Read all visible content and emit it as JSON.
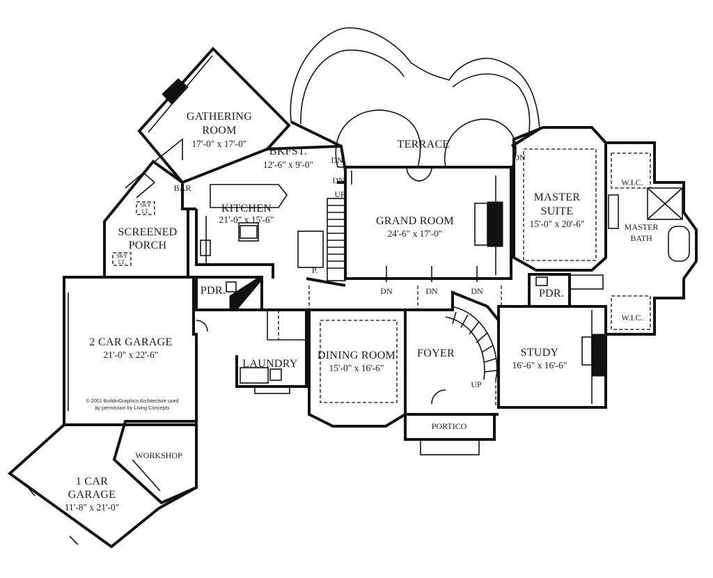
{
  "rooms": {
    "gathering": {
      "name1": "GATHERING",
      "name2": "ROOM",
      "dims": "17'-0\" x 17'-0\""
    },
    "bkfst": {
      "name": "BKFST.",
      "dims": "12'-6\" x 9'-0\""
    },
    "terrace": {
      "name": "TERRACE"
    },
    "bar": {
      "name": "BAR"
    },
    "kitchen": {
      "name": "KITCHEN",
      "dims": "21'-0\" x 15'-6\""
    },
    "grand_room": {
      "name": "GRAND ROOM",
      "dims": "24'-6\" x 17'-0\""
    },
    "master_suite": {
      "name1": "MASTER",
      "name2": "SUITE",
      "dims": "15'-0\" x 20'-6\""
    },
    "wic_top": {
      "name": "W.I.C."
    },
    "master_bath": {
      "name1": "MASTER",
      "name2": "BATH"
    },
    "wic_bottom": {
      "name": "W.I.C."
    },
    "screened_porch": {
      "name1": "SCREENED",
      "name2": "PORCH"
    },
    "pdr_left": {
      "name": "PDR."
    },
    "pdr_right": {
      "name": "PDR."
    },
    "pantry": {
      "name": "P."
    },
    "garage2": {
      "name": "2 CAR GARAGE",
      "dims": "21'-0\" x 22'-6\""
    },
    "laundry": {
      "name": "LAUNDRY"
    },
    "dining": {
      "name": "DINING ROOM",
      "dims": "15'-0\" x 16'-6\""
    },
    "foyer": {
      "name": "FOYER"
    },
    "study": {
      "name": "STUDY",
      "dims": "16'-6\" x 16'-6\""
    },
    "portico": {
      "name": "PORTICO"
    },
    "workshop": {
      "name": "WORKSHOP"
    },
    "garage1": {
      "name1": "1 CAR",
      "name2": "GARAGE",
      "dims": "11'-8\" x 21'-0\""
    }
  },
  "skylights": {
    "line1": "SKY",
    "line2": "LT."
  },
  "stairs": {
    "dn": "DN",
    "up": "UP"
  },
  "copyright": {
    "line1": "© 2001 BuildinGraphics Architecture used",
    "line2": "by permission by Living Concepts"
  }
}
